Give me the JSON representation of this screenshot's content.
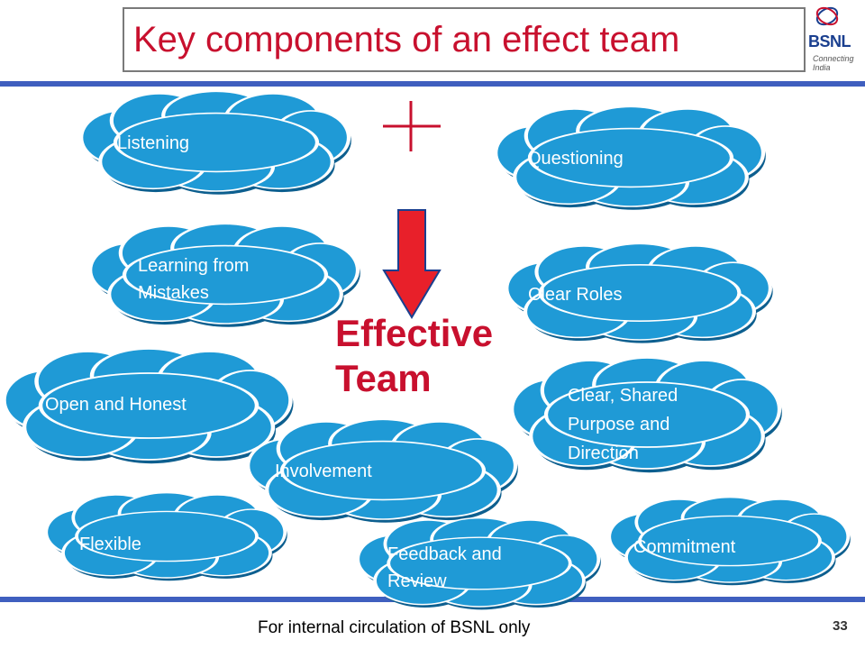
{
  "slide": {
    "title": "Key components of an effect team",
    "center_label_line1": "Effective",
    "center_label_line2": "Team",
    "footer": "For  internal circulation of BSNL only",
    "page_number": "33"
  },
  "logo": {
    "name": "BSNL",
    "tagline": "Connecting India"
  },
  "components": [
    {
      "line1": "Listening",
      "line2": ""
    },
    {
      "line1": "Questioning",
      "line2": ""
    },
    {
      "line1": "Learning from",
      "line2": "Mistakes"
    },
    {
      "line1": "Clear Roles",
      "line2": ""
    },
    {
      "line1": "Open and Honest",
      "line2": ""
    },
    {
      "line1": "Clear, Shared",
      "line2": "Purpose and",
      "line3": "Direction"
    },
    {
      "line1": "Involvement",
      "line2": ""
    },
    {
      "line1": "Flexible",
      "line2": ""
    },
    {
      "line1": "Commitment",
      "line2": ""
    },
    {
      "line1": "Feedback and",
      "line2": "Review"
    }
  ],
  "colors": {
    "cloud_fill": "#1f9ad6",
    "cloud_edge": "#0d5f8f",
    "accent_red": "#c8102e",
    "rule_blue": "#3f5fbf"
  }
}
